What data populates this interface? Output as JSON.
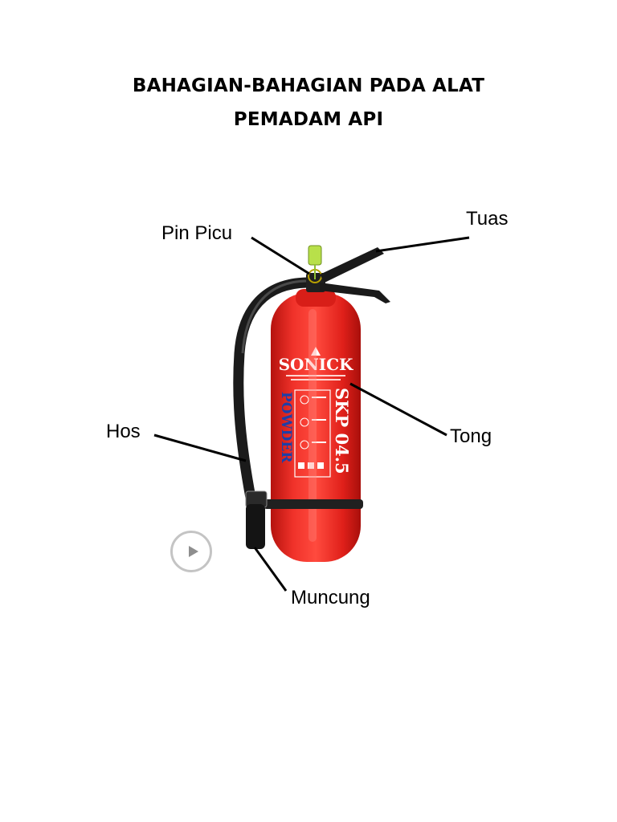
{
  "title": {
    "line1": "BAHAGIAN-BAHAGIAN PADA ALAT",
    "line2": "PEMADAM API"
  },
  "labels": {
    "pin": "Pin Picu",
    "lever": "Tuas",
    "hose": "Hos",
    "body": "Tong",
    "nozzle": "Muncung"
  },
  "extinguisher": {
    "brand": "SONICK",
    "type_text": "POWDER",
    "model_text": "SKP 04.5"
  },
  "colors": {
    "cylinder": "#e8221c",
    "hose": "#1a1a1a",
    "pin": "#b8e04a"
  },
  "icons": [
    "play-icon"
  ]
}
